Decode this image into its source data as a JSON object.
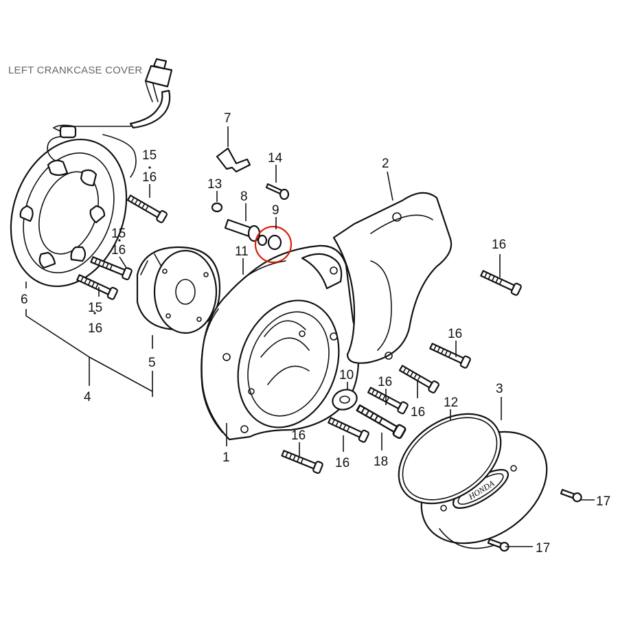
{
  "title": "LEFT CRANKCASE COVER",
  "highlight_color": "#d81e05",
  "callouts": {
    "p1": "1",
    "p2": "2",
    "p3": "3",
    "p4": "4",
    "p5": "5",
    "p6": "6",
    "p7": "7",
    "p8": "8",
    "p9": "9",
    "p10": "10",
    "p11": "11",
    "p12": "12",
    "p13": "13",
    "p14": "14",
    "p15a": "15",
    "p16a": "16",
    "p15b": "15",
    "p16b": "16",
    "p15c": "15",
    "p16c": "16",
    "p16d": "16",
    "p16e": "16",
    "p16f": "16",
    "p16g": "16",
    "p16h": "16",
    "p16i": "16",
    "p17a": "17",
    "p17b": "17",
    "p18": "18"
  },
  "logo_text": "HONDA"
}
